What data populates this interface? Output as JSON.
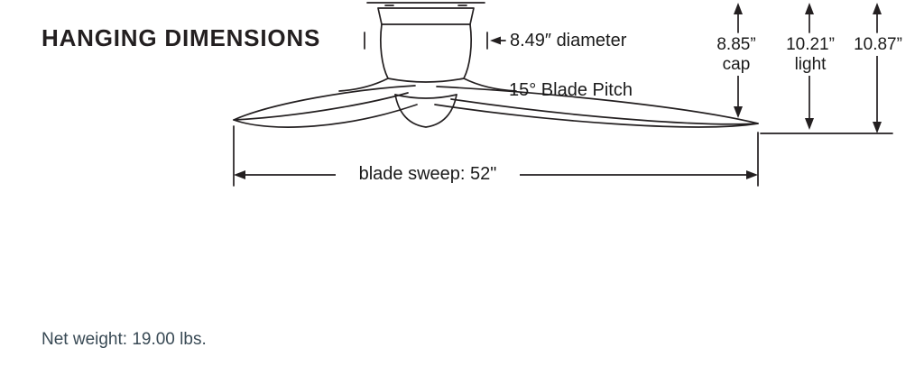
{
  "title": "HANGING DIMENSIONS",
  "diagram": {
    "diameter_label": "8.49″ diameter",
    "pitch_label": "15° Blade Pitch",
    "sweep_label": "blade sweep: 52\"",
    "cap_value": "8.85”",
    "cap_caption": "cap",
    "light_value": "10.21”",
    "light_caption": "light",
    "total_value": "10.87”"
  },
  "footer": {
    "net_weight": "Net weight: 19.00 lbs."
  },
  "colors": {
    "line": "#231f20",
    "text": "#1a1a1a",
    "footer_text": "#394a55"
  }
}
